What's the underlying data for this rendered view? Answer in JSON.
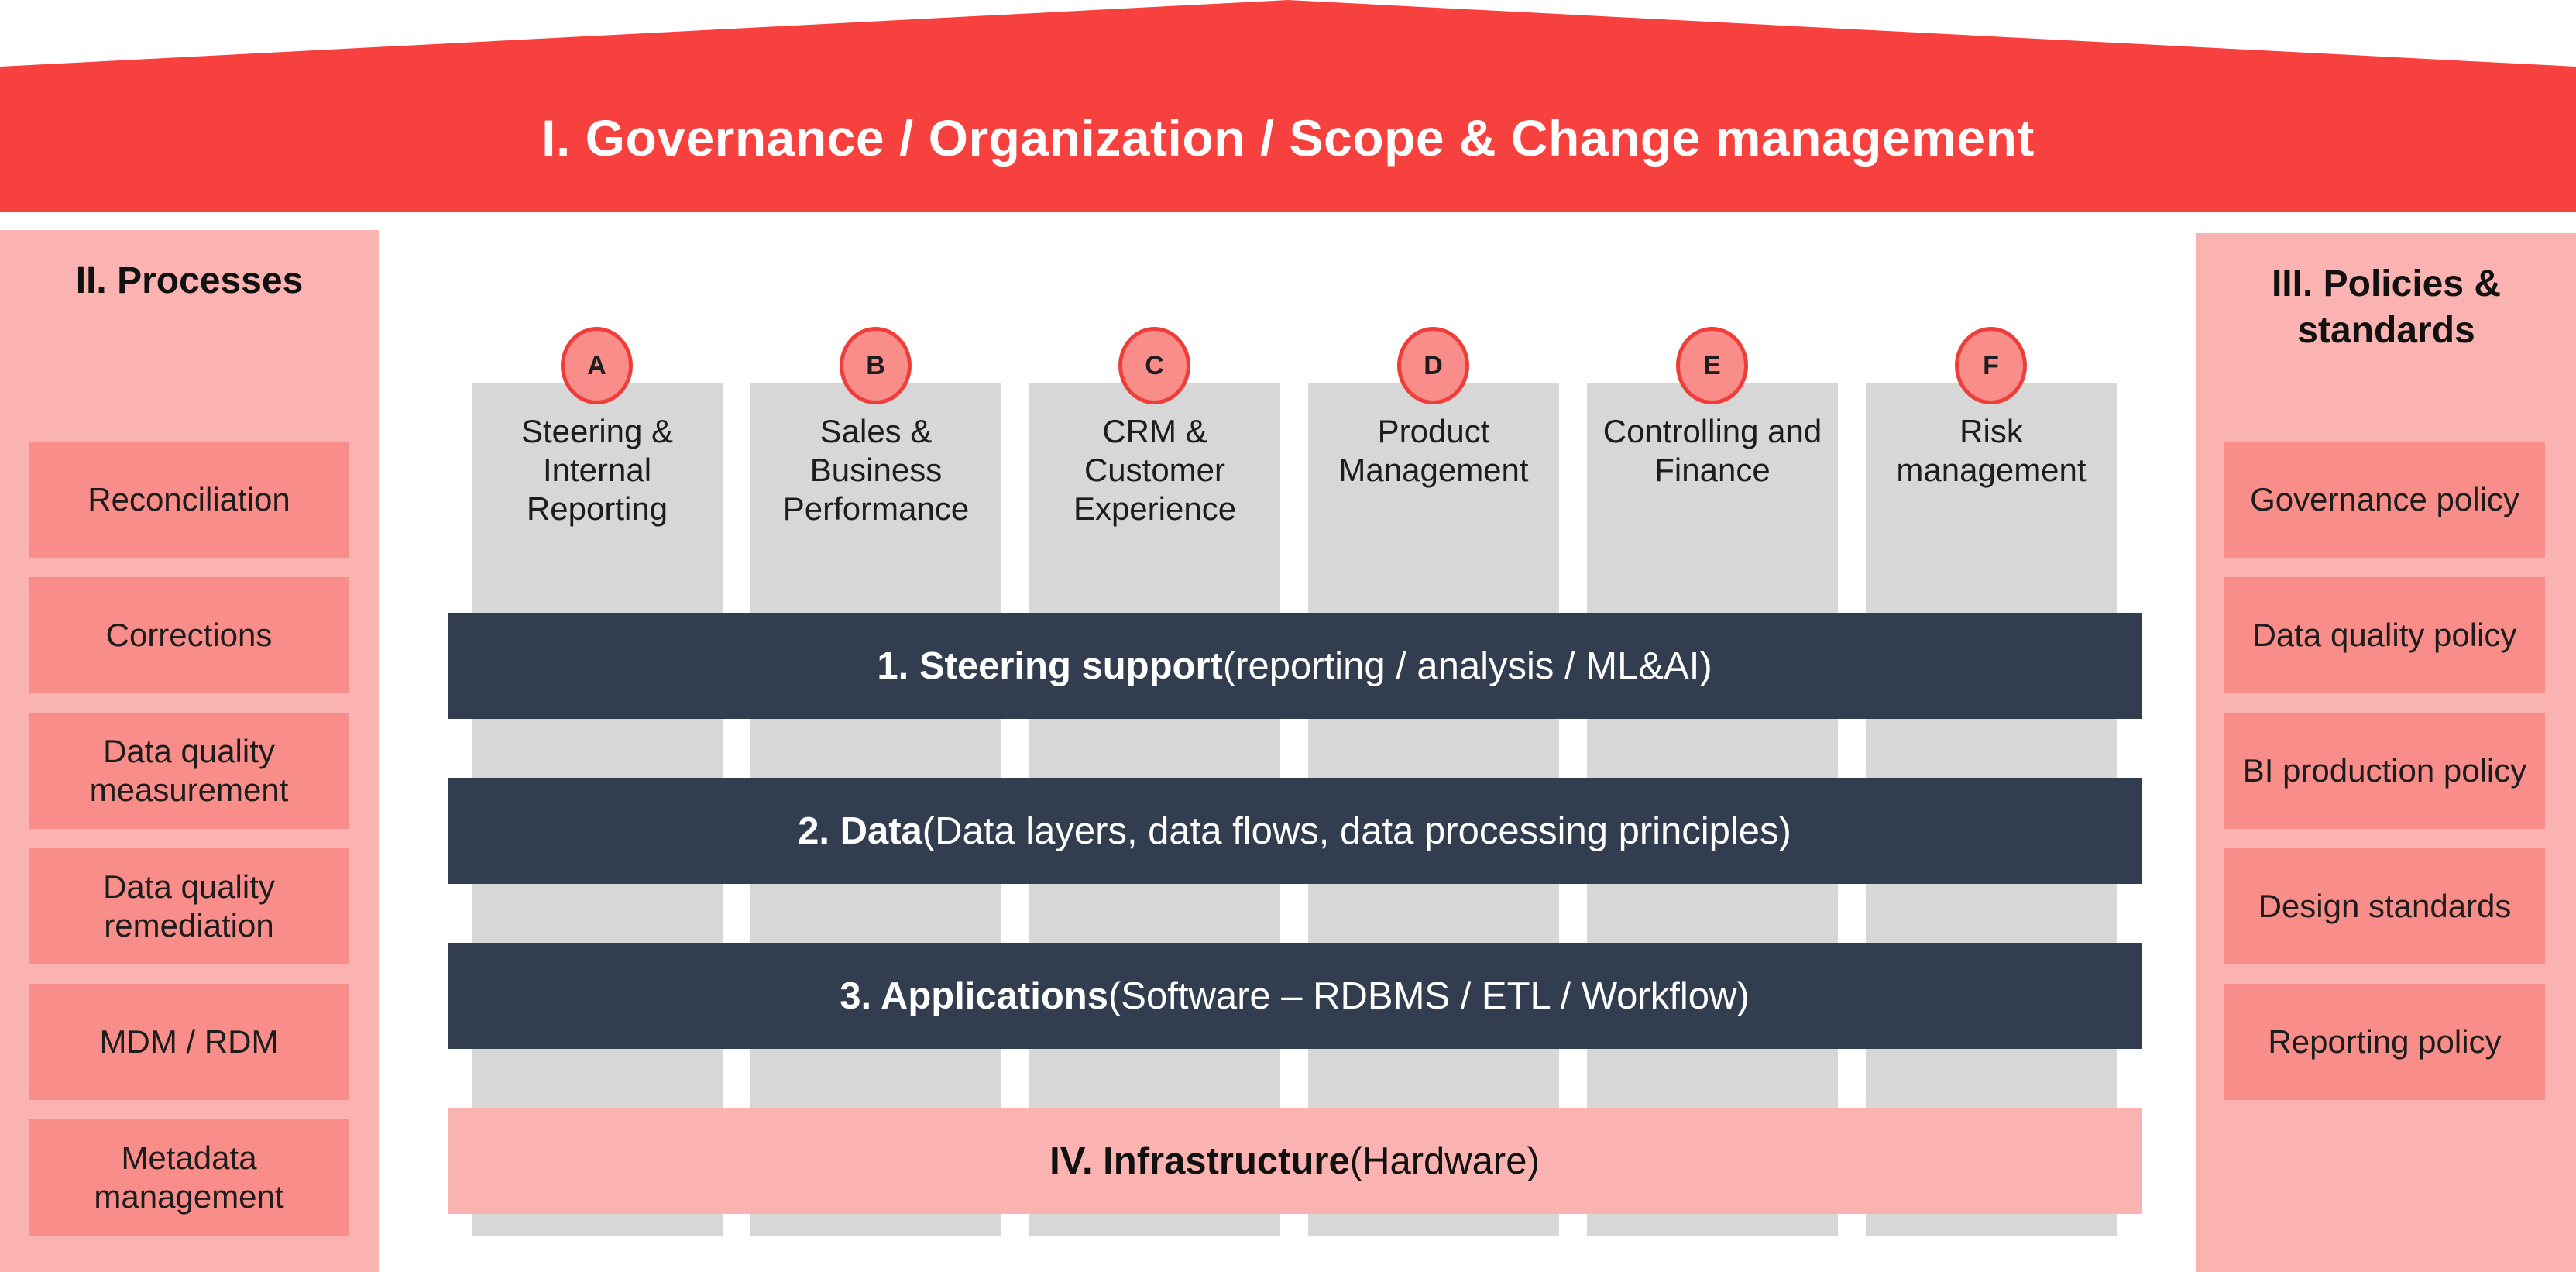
{
  "governance": {
    "title": "I. Governance / Organization / Scope & Change management",
    "color": "#f7413f"
  },
  "processes": {
    "title": "II. Processes",
    "items": [
      "Reconciliation",
      "Corrections",
      "Data quality measurement",
      "Data quality remediation",
      "MDM / RDM",
      "Metadata management"
    ]
  },
  "policies": {
    "title": "III. Policies & standards",
    "items": [
      "Governance policy",
      "Data quality policy",
      "BI production policy",
      "Design standards",
      "Reporting policy"
    ]
  },
  "domains": [
    {
      "letter": "A",
      "label": "Steering & Internal Reporting"
    },
    {
      "letter": "B",
      "label": "Sales & Business Performance"
    },
    {
      "letter": "C",
      "label": "CRM & Customer Experience"
    },
    {
      "letter": "D",
      "label": "Product Management"
    },
    {
      "letter": "E",
      "label": "Controlling and Finance"
    },
    {
      "letter": "F",
      "label": "Risk management"
    }
  ],
  "layers": [
    {
      "title": "1. Steering support",
      "detail": "(reporting / analysis / ML&AI)"
    },
    {
      "title": "2. Data",
      "detail": "(Data layers, data flows, data processing principles)"
    },
    {
      "title": "3. Applications",
      "detail": "(Software – RDBMS / ETL / Workflow)"
    }
  ],
  "infrastructure": {
    "title": "IV. Infrastructure",
    "detail": "(Hardware)"
  },
  "colors": {
    "roof": "#f7413f",
    "panel": "#fbb3b1",
    "box": "#f98d8a",
    "column": "#d7d7d7",
    "layer": "#323d50"
  }
}
